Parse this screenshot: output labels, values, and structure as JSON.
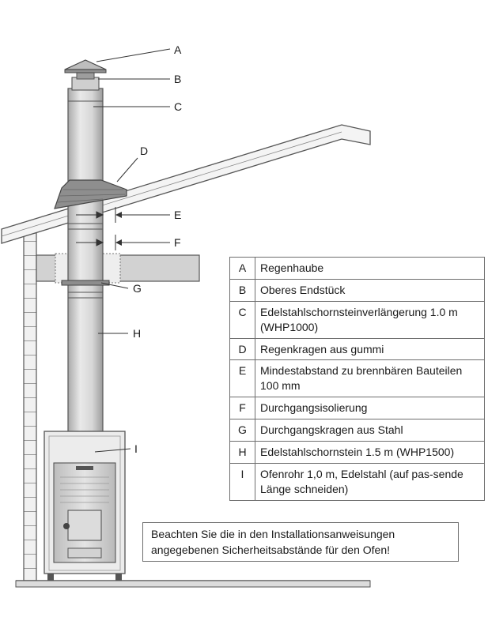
{
  "callouts": [
    {
      "letter": "A"
    },
    {
      "letter": "B"
    },
    {
      "letter": "C"
    },
    {
      "letter": "D"
    },
    {
      "letter": "E"
    },
    {
      "letter": "F"
    },
    {
      "letter": "G"
    },
    {
      "letter": "H"
    },
    {
      "letter": "I"
    }
  ],
  "legend": [
    {
      "key": "A",
      "text": "Regenhaube"
    },
    {
      "key": "B",
      "text": "Oberes Endstück"
    },
    {
      "key": "C",
      "text": "Edelstahlschornsteinverlängerung 1.0 m (WHP1000)"
    },
    {
      "key": "D",
      "text": "Regenkragen aus gummi"
    },
    {
      "key": "E",
      "text": "Mindestabstand zu brennbären Bauteilen 100 mm"
    },
    {
      "key": "F",
      "text": "Durchgangsisolierung"
    },
    {
      "key": "G",
      "text": "Durchgangskragen aus Stahl"
    },
    {
      "key": "H",
      "text": "Edelstahlschornstein 1.5 m (WHP1500)"
    },
    {
      "key": "I",
      "text": "Ofenrohr 1,0 m, Edelstahl (auf pas-sende Länge schneiden)"
    }
  ],
  "note": {
    "line1": "Beachten Sie die in den Installationsanweisungen",
    "line2": "angegebenen Sicherheitsabstände für den Ofen!"
  },
  "colors": {
    "line": "#555555",
    "pipe_light": "#e8e8e8",
    "pipe_dark": "#b5b5b5",
    "collar": "#8f8f8f",
    "ceiling": "#cfcfcf"
  }
}
